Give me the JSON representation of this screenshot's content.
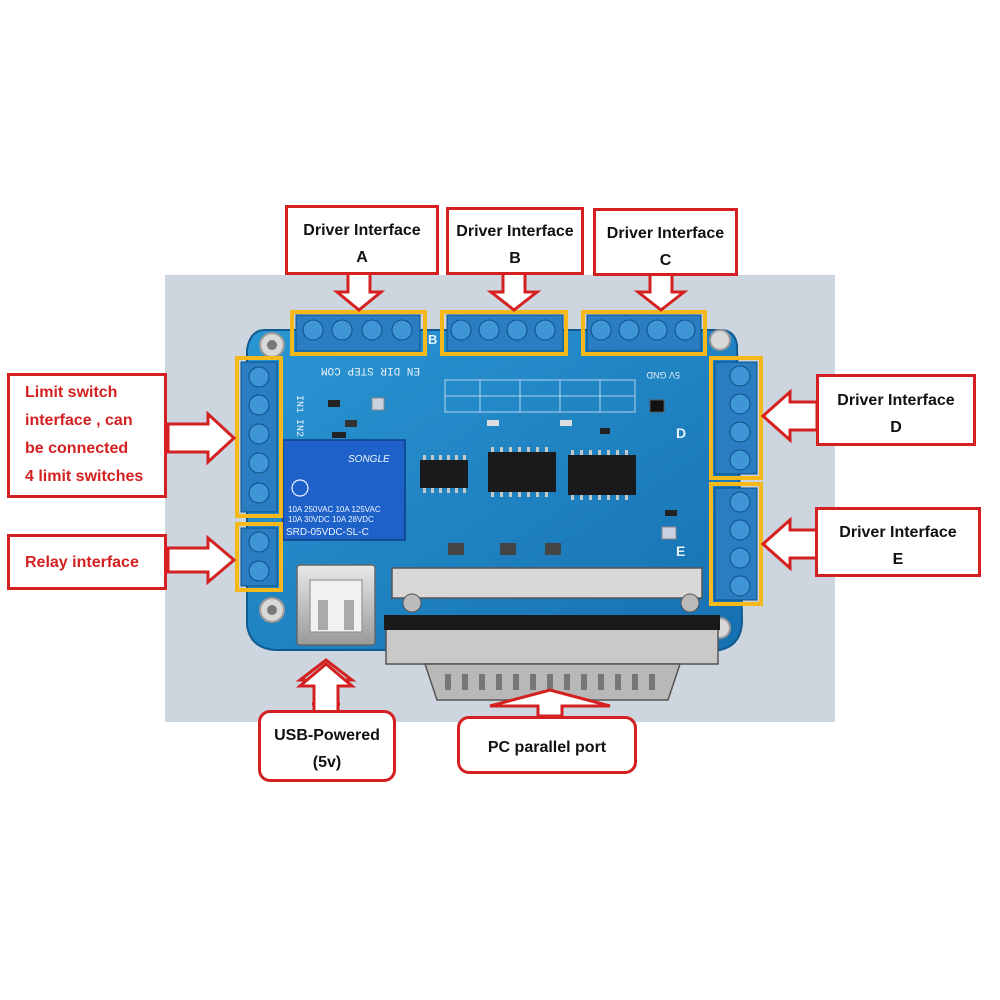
{
  "callouts": {
    "driver_a": [
      "Driver  Interface",
      "A"
    ],
    "driver_b": [
      "Driver  Interface",
      "B"
    ],
    "driver_c": [
      "Driver  Interface",
      "C"
    ],
    "driver_d": [
      "Driver  Interface",
      "D"
    ],
    "driver_e": [
      "Driver  Interface",
      "E"
    ],
    "limit_switch": [
      "Limit switch",
      "interface , can",
      "be connected",
      "4 limit switches"
    ],
    "relay": [
      "Relay interface"
    ],
    "usb": [
      "USB-Powered",
      "(5v)"
    ],
    "parallel": [
      "PC  parallel  port"
    ]
  },
  "board": {
    "silkscreen_top": "EN  DIR  STEP  COM",
    "silkscreen_left": "IN1  IN2",
    "silkscreen_gnd": "5V GND",
    "letter_d": "D",
    "letter_e": "E",
    "letter_b": "B",
    "relay": {
      "brand": "SONGLE",
      "line1": "10A 250VAC   10A 125VAC",
      "line2": "10A  30VDC   10A  28VDC",
      "model": "SRD-05VDC-SL-C"
    }
  },
  "colors": {
    "board": "#1d86c4",
    "callout_border": "#d42020",
    "highlight": "#f5b81a",
    "terminal": "#2a7dc0"
  }
}
